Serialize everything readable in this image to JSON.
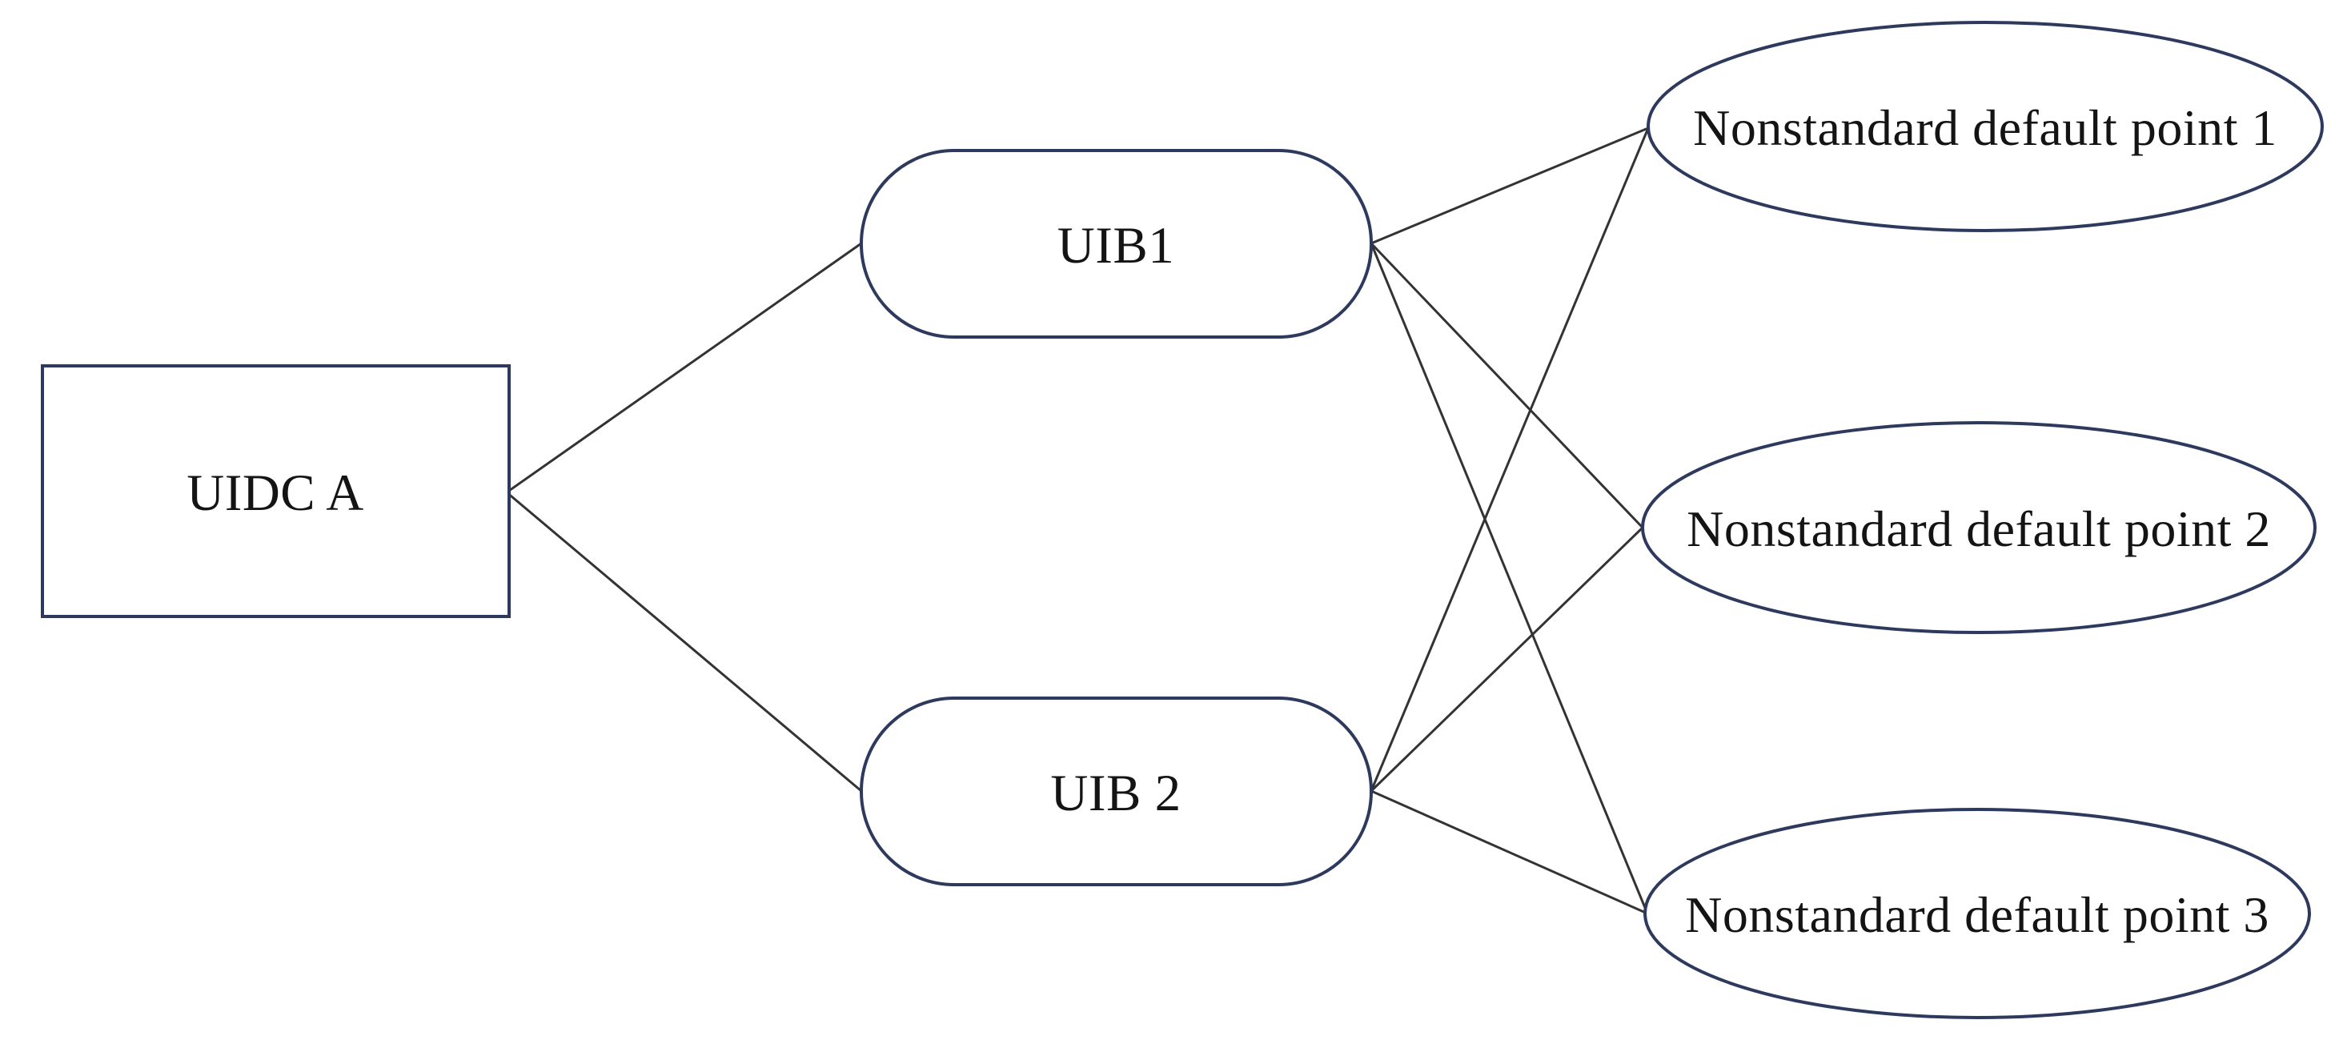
{
  "figure": {
    "background": "#ffffff",
    "colors": {
      "shape_border": "#2d3a5e",
      "shape_fill": "#ffffff",
      "connector": "#333333",
      "label_text": "#141414"
    }
  },
  "nodes": {
    "uidc_a": {
      "label": "UIDC A",
      "shape": "rectangle"
    },
    "uib1": {
      "label": "UIB1",
      "shape": "rounded-rectangle"
    },
    "uib2": {
      "label": "UIB 2",
      "shape": "rounded-rectangle"
    },
    "ndp1": {
      "label": "Nonstandard default point 1",
      "shape": "ellipse"
    },
    "ndp2": {
      "label": "Nonstandard default point 2",
      "shape": "ellipse"
    },
    "ndp3": {
      "label": "Nonstandard default point 3",
      "shape": "ellipse"
    }
  },
  "edges": [
    {
      "from": "UIDC A",
      "to": "UIB1"
    },
    {
      "from": "UIDC A",
      "to": "UIB 2"
    },
    {
      "from": "UIB1",
      "to": "Nonstandard default point 1"
    },
    {
      "from": "UIB1",
      "to": "Nonstandard default point 2"
    },
    {
      "from": "UIB1",
      "to": "Nonstandard default point 3"
    },
    {
      "from": "UIB 2",
      "to": "Nonstandard default point 1"
    },
    {
      "from": "UIB 2",
      "to": "Nonstandard default point 2"
    },
    {
      "from": "UIB 2",
      "to": "Nonstandard default point 3"
    }
  ]
}
